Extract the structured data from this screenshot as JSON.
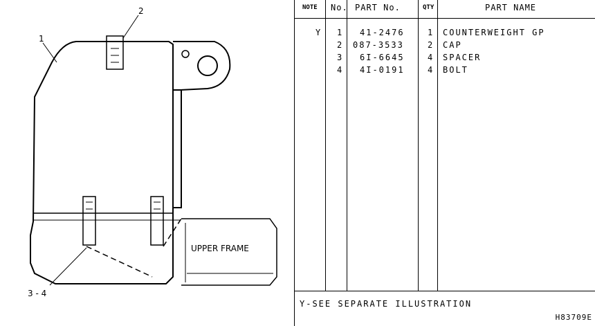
{
  "drawing": {
    "callouts": {
      "c1": "1",
      "c2": "2",
      "c34": "3 - 4"
    },
    "frame_label": "UPPER FRAME"
  },
  "table": {
    "headers": {
      "note": "NOTE",
      "no": "No.",
      "part_no": "PART  No.",
      "qty": "QTY",
      "part_name": "PART  NAME"
    },
    "rows": [
      {
        "note": "Y",
        "no": "1",
        "part_no": "41-2476",
        "qty": "1",
        "name": "COUNTERWEIGHT GP"
      },
      {
        "note": "",
        "no": "2",
        "part_no": "087-3533",
        "qty": "2",
        "name": "CAP"
      },
      {
        "note": "",
        "no": "3",
        "part_no": "6I-6645",
        "qty": "4",
        "name": "SPACER"
      },
      {
        "note": "",
        "no": "4",
        "part_no": "4I-0191",
        "qty": "4",
        "name": "BOLT"
      }
    ]
  },
  "footer": {
    "note": "Y-SEE SEPARATE ILLUSTRATION",
    "drawing_no": "H83709E"
  }
}
